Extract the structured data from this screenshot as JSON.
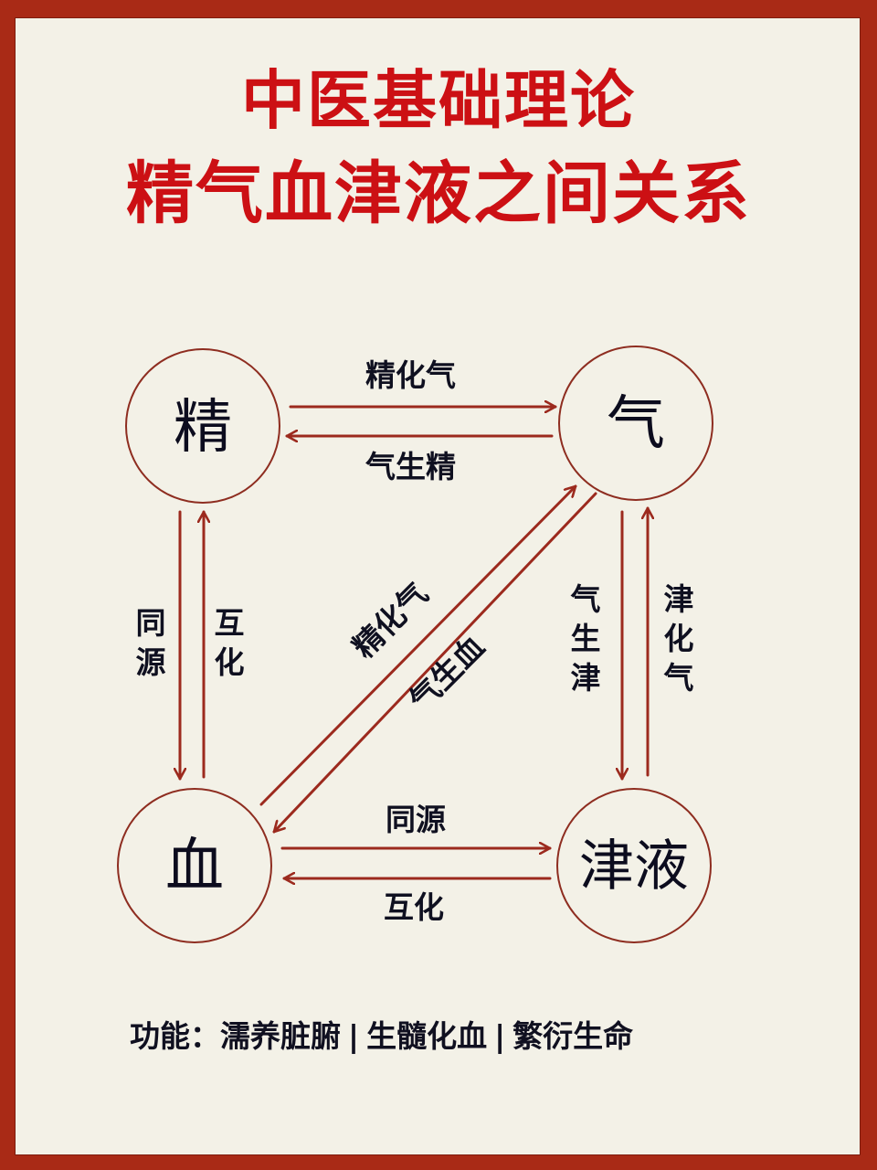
{
  "title": {
    "line1": "中医基础理论",
    "line2": "精气血津液之间关系"
  },
  "colors": {
    "frame": "#a92a16",
    "background": "#f3f1e7",
    "title": "#cc1014",
    "arrow": "#9c2a1e",
    "text": "#0f1020"
  },
  "nodes": {
    "jing": {
      "label": "精"
    },
    "qi": {
      "label": "气"
    },
    "xue": {
      "label": "血"
    },
    "jinye": {
      "label": "津液"
    }
  },
  "edges": {
    "jing_to_qi": "精化气",
    "qi_to_jing": "气生精",
    "jing_xue_down": "同源",
    "xue_jing_up": "互化",
    "diag_up": "精化气",
    "diag_down": "气生血",
    "qi_to_jinye": "气生津",
    "jinye_to_qi": "津化气",
    "xue_to_jinye": "同源",
    "jinye_to_xue": "互化"
  },
  "footer": {
    "label": "功能：",
    "items": [
      "濡养脏腑",
      "生髓化血",
      "繁衍生命"
    ],
    "separator": "|"
  }
}
